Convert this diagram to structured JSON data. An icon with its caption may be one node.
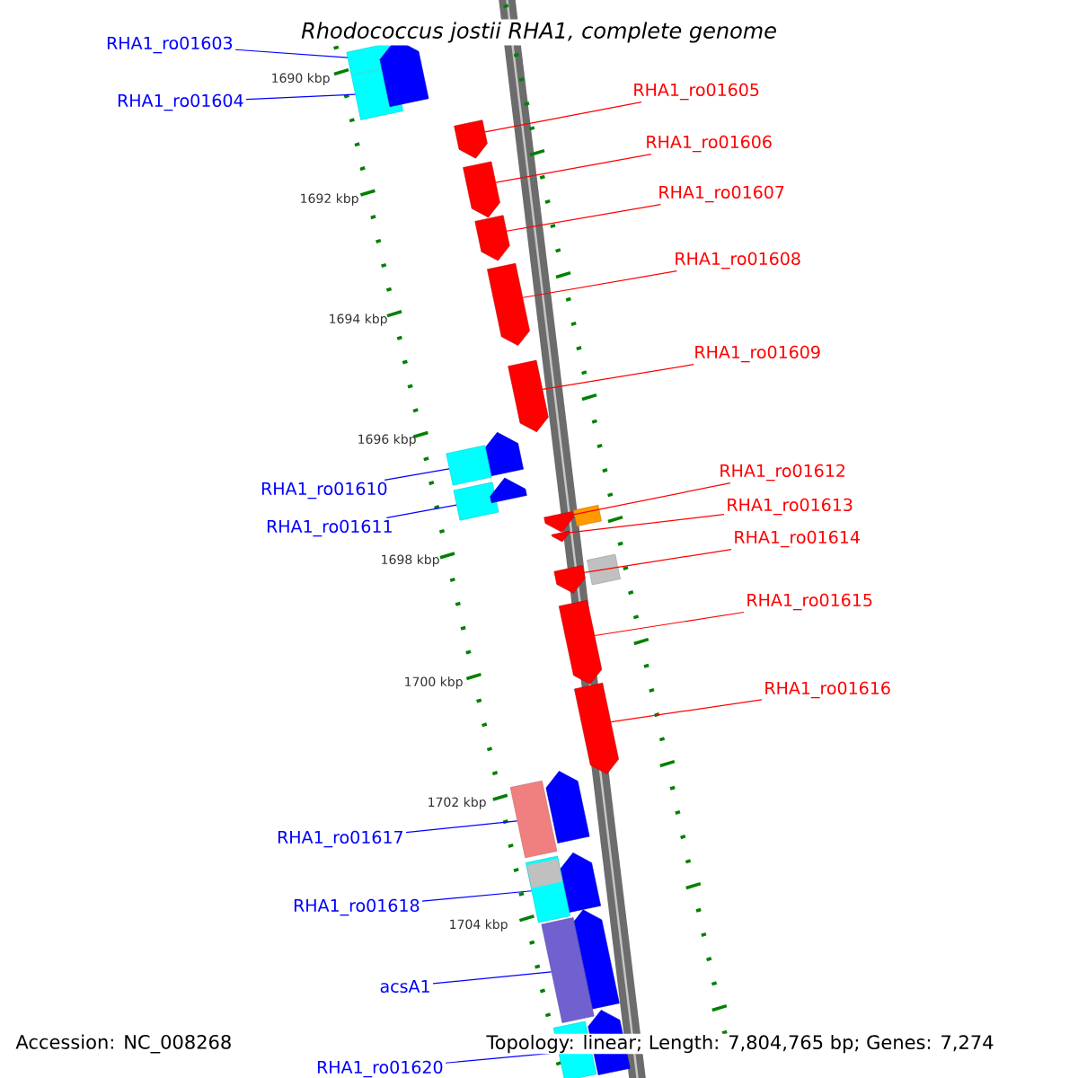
{
  "diagram": {
    "title": "Rhodococcus jostii RHA1, complete genome",
    "nodes": [
      {
        "text": [
          "RHA1_ro01603"
        ]
      },
      {
        "text": [
          "RHA1_ro01604"
        ]
      },
      {
        "text": [
          "RHA1_ro01605"
        ]
      },
      {
        "text": [
          "RHA1_ro01606"
        ]
      },
      {
        "text": [
          "RHA1_ro01607"
        ]
      },
      {
        "text": [
          "RHA1_ro01608"
        ]
      },
      {
        "text": [
          "RHA1_ro01609"
        ]
      },
      {
        "text": [
          "RHA1_ro01610"
        ]
      },
      {
        "text": [
          "RHA1_ro01611"
        ]
      },
      {
        "text": [
          "RHA1_ro01612"
        ]
      },
      {
        "text": [
          "RHA1_ro01613"
        ]
      },
      {
        "text": [
          "RHA1_ro01614"
        ]
      },
      {
        "text": [
          "RHA1_ro01615"
        ]
      },
      {
        "text": [
          "RHA1_ro01616"
        ]
      },
      {
        "text": [
          "RHA1_ro01617"
        ]
      },
      {
        "text": [
          "RHA1_ro01618"
        ]
      },
      {
        "text": [
          "acsA1"
        ]
      },
      {
        "text": [
          "RHA1_ro01620"
        ]
      },
      {
        "text": [],
        "shape": "box"
      },
      {
        "text": [],
        "shape": "box"
      },
      {
        "text": [],
        "shape": "pentagon"
      },
      {
        "text": [],
        "shape": "pentagon"
      },
      {
        "text": [],
        "shape": "pentagon"
      },
      {
        "text": [],
        "shape": "pentagon"
      },
      {
        "text": [],
        "shape": "pentagon"
      },
      {
        "text": [],
        "shape": "pentagon"
      },
      {
        "text": [],
        "shape": "pentagon"
      },
      {
        "text": [],
        "shape": "box"
      },
      {
        "text": [],
        "shape": "box"
      },
      {
        "text": [],
        "shape": "pentagon"
      },
      {
        "text": [],
        "shape": "box"
      },
      {
        "text": [],
        "shape": "pentagon"
      },
      {
        "text": [],
        "shape": "pentagon"
      },
      {
        "text": [],
        "shape": "box"
      },
      {
        "text": [],
        "shape": "pentagon"
      },
      {
        "text": [],
        "shape": "pentagon"
      },
      {
        "text": [],
        "shape": "pentagon"
      },
      {
        "text": [],
        "shape": "pentagon"
      },
      {
        "text": [],
        "shape": "box"
      },
      {
        "text": [],
        "shape": "pentagon"
      },
      {
        "text": [],
        "shape": "box"
      },
      {
        "text": [],
        "shape": "pentagon"
      },
      {
        "text": [],
        "shape": "box"
      },
      {
        "text": [],
        "shape": "pentagon"
      },
      {
        "text": [],
        "shape": "box"
      }
    ],
    "edges": [
      {
        "from": 0,
        "to": 18,
        "arrow": "none",
        "color": "#0000ff"
      },
      {
        "from": 1,
        "to": 19,
        "arrow": "none",
        "color": "#0000ff"
      },
      {
        "from": 2,
        "to": 21,
        "arrow": "none",
        "color": "#ff0000"
      },
      {
        "from": 3,
        "to": 22,
        "arrow": "none",
        "color": "#ff0000"
      },
      {
        "from": 4,
        "to": 23,
        "arrow": "none",
        "color": "#ff0000"
      },
      {
        "from": 5,
        "to": 24,
        "arrow": "none",
        "color": "#ff0000"
      },
      {
        "from": 6,
        "to": 25,
        "arrow": "none",
        "color": "#ff0000"
      },
      {
        "from": 7,
        "to": 27,
        "arrow": "none",
        "color": "#0000ff"
      },
      {
        "from": 8,
        "to": 28,
        "arrow": "none",
        "color": "#0000ff"
      },
      {
        "from": 9,
        "to": 31,
        "arrow": "none",
        "color": "#ff0000"
      },
      {
        "from": 10,
        "to": 32,
        "arrow": "none",
        "color": "#ff0000"
      },
      {
        "from": 11,
        "to": 34,
        "arrow": "none",
        "color": "#ff0000"
      },
      {
        "from": 12,
        "to": 35,
        "arrow": "none",
        "color": "#ff0000"
      },
      {
        "from": 13,
        "to": 36,
        "arrow": "none",
        "color": "#ff0000"
      },
      {
        "from": 14,
        "to": 38,
        "arrow": "none",
        "color": "#0000ff"
      },
      {
        "from": 15,
        "to": 40,
        "arrow": "none",
        "color": "#0000ff"
      },
      {
        "from": 16,
        "to": 42,
        "arrow": "none",
        "color": "#0000ff"
      },
      {
        "from": 17,
        "to": 44,
        "arrow": "none",
        "color": "#0000ff"
      }
    ],
    "labels": [
      "1690 kbp",
      "1692 kbp",
      "1694 kbp",
      "1696 kbp",
      "1698 kbp",
      "1700 kbp",
      "1702 kbp",
      "1704 kbp",
      "Accession: NC_008268",
      "Topology: linear; Length: 7,804,765 bp; Genes: 7,274"
    ]
  }
}
